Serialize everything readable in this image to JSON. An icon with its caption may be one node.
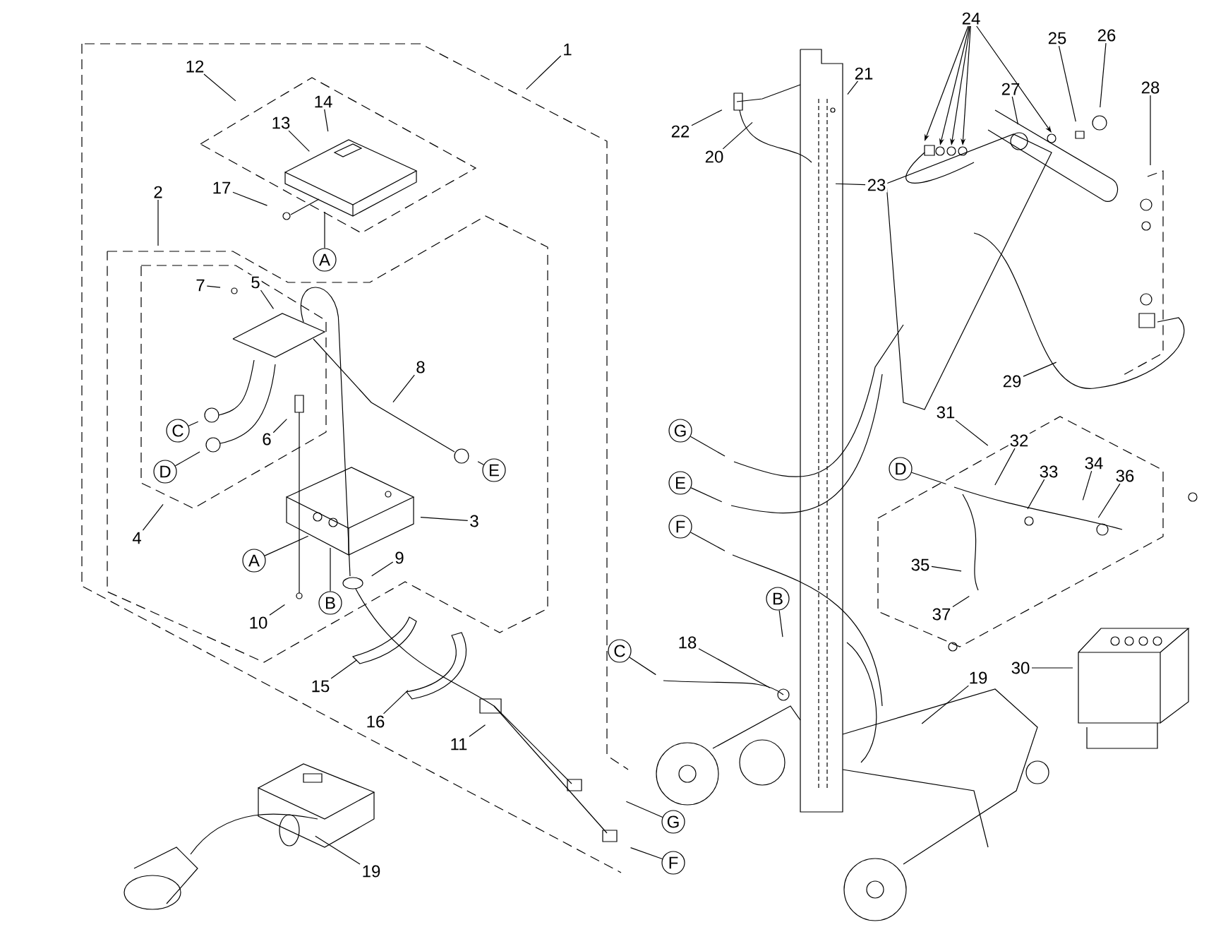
{
  "diagram": {
    "nodes": [
      {
        "text": [
          "1"
        ]
      },
      {
        "text": [
          "12"
        ]
      },
      {
        "text": [
          "14"
        ]
      },
      {
        "text": [
          "13"
        ]
      },
      {
        "text": [
          "17"
        ]
      },
      {
        "text": [
          "A"
        ]
      },
      {
        "text": [
          "2"
        ]
      },
      {
        "text": [
          "7"
        ]
      },
      {
        "text": [
          "5"
        ]
      },
      {
        "text": [
          "8"
        ]
      },
      {
        "text": [
          "C"
        ]
      },
      {
        "text": [
          "6"
        ]
      },
      {
        "text": [
          "D"
        ]
      },
      {
        "text": [
          "E"
        ]
      },
      {
        "text": [
          "4"
        ]
      },
      {
        "text": [
          "3"
        ]
      },
      {
        "text": [
          "A"
        ]
      },
      {
        "text": [
          "9"
        ]
      },
      {
        "text": [
          "B"
        ]
      },
      {
        "text": [
          "10"
        ]
      },
      {
        "text": [
          "15"
        ]
      },
      {
        "text": [
          "16"
        ]
      },
      {
        "text": [
          "11"
        ]
      },
      {
        "text": [
          "G"
        ]
      },
      {
        "text": [
          "F"
        ]
      },
      {
        "text": [
          "19"
        ]
      },
      {
        "text": [
          "22"
        ]
      },
      {
        "text": [
          "20"
        ]
      },
      {
        "text": [
          "21"
        ]
      },
      {
        "text": [
          "23"
        ]
      },
      {
        "text": [
          "24"
        ]
      },
      {
        "text": [
          "25"
        ]
      },
      {
        "text": [
          "26"
        ]
      },
      {
        "text": [
          "27"
        ]
      },
      {
        "text": [
          "28"
        ]
      },
      {
        "text": [
          "29"
        ]
      },
      {
        "text": [
          "G"
        ]
      },
      {
        "text": [
          "E"
        ]
      },
      {
        "text": [
          "F"
        ]
      },
      {
        "text": [
          "31"
        ]
      },
      {
        "text": [
          "D"
        ]
      },
      {
        "text": [
          "32"
        ]
      },
      {
        "text": [
          "33"
        ]
      },
      {
        "text": [
          "34"
        ]
      },
      {
        "text": [
          "36"
        ]
      },
      {
        "text": [
          "35"
        ]
      },
      {
        "text": [
          "37"
        ]
      },
      {
        "text": [
          "B"
        ]
      },
      {
        "text": [
          "C"
        ]
      },
      {
        "text": [
          "18"
        ]
      },
      {
        "text": [
          "19"
        ]
      },
      {
        "text": [
          "30"
        ]
      }
    ],
    "edges": [
      {
        "from": 0,
        "to": null,
        "arrow": "none"
      },
      {
        "from": 1,
        "to": null,
        "arrow": "none"
      },
      {
        "from": 2,
        "to": null,
        "arrow": "none"
      },
      {
        "from": 3,
        "to": null,
        "arrow": "none"
      },
      {
        "from": 4,
        "to": null,
        "arrow": "none"
      },
      {
        "from": 5,
        "to": null,
        "arrow": "none"
      },
      {
        "from": 6,
        "to": null,
        "arrow": "none"
      },
      {
        "from": 7,
        "to": null,
        "arrow": "none"
      },
      {
        "from": 8,
        "to": null,
        "arrow": "none"
      },
      {
        "from": 9,
        "to": null,
        "arrow": "none"
      },
      {
        "from": 10,
        "to": null,
        "arrow": "none"
      },
      {
        "from": 11,
        "to": null,
        "arrow": "none"
      },
      {
        "from": 12,
        "to": null,
        "arrow": "none"
      },
      {
        "from": 13,
        "to": null,
        "arrow": "none"
      },
      {
        "from": 14,
        "to": null,
        "arrow": "none"
      },
      {
        "from": 15,
        "to": null,
        "arrow": "none"
      },
      {
        "from": 16,
        "to": null,
        "arrow": "none"
      },
      {
        "from": 17,
        "to": null,
        "arrow": "none"
      },
      {
        "from": 18,
        "to": null,
        "arrow": "none"
      },
      {
        "from": 19,
        "to": null,
        "arrow": "none"
      },
      {
        "from": 20,
        "to": null,
        "arrow": "none"
      },
      {
        "from": 21,
        "to": null,
        "arrow": "none"
      },
      {
        "from": 22,
        "to": null,
        "arrow": "none"
      },
      {
        "from": 23,
        "to": null,
        "arrow": "none"
      },
      {
        "from": 24,
        "to": null,
        "arrow": "none"
      },
      {
        "from": 25,
        "to": null,
        "arrow": "none"
      },
      {
        "from": 26,
        "to": null,
        "arrow": "none"
      },
      {
        "from": 27,
        "to": null,
        "arrow": "none"
      },
      {
        "from": 28,
        "to": null,
        "arrow": "none"
      },
      {
        "from": 29,
        "to": null,
        "arrow": "none"
      },
      {
        "from": 30,
        "to": null,
        "arrow": "to"
      },
      {
        "from": 30,
        "to": null,
        "arrow": "to"
      },
      {
        "from": 30,
        "to": null,
        "arrow": "to"
      },
      {
        "from": 30,
        "to": null,
        "arrow": "to"
      },
      {
        "from": 30,
        "to": null,
        "arrow": "to"
      },
      {
        "from": 31,
        "to": null,
        "arrow": "none"
      },
      {
        "from": 32,
        "to": null,
        "arrow": "none"
      },
      {
        "from": 33,
        "to": null,
        "arrow": "none"
      },
      {
        "from": 34,
        "to": null,
        "arrow": "none"
      },
      {
        "from": 35,
        "to": null,
        "arrow": "none"
      },
      {
        "from": 36,
        "to": null,
        "arrow": "none"
      },
      {
        "from": 37,
        "to": null,
        "arrow": "none"
      },
      {
        "from": 38,
        "to": null,
        "arrow": "none"
      },
      {
        "from": 39,
        "to": null,
        "arrow": "none"
      },
      {
        "from": 40,
        "to": null,
        "arrow": "none"
      },
      {
        "from": 41,
        "to": null,
        "arrow": "none"
      },
      {
        "from": 42,
        "to": null,
        "arrow": "none"
      },
      {
        "from": 43,
        "to": null,
        "arrow": "none"
      },
      {
        "from": 44,
        "to": null,
        "arrow": "none"
      },
      {
        "from": 45,
        "to": null,
        "arrow": "none"
      },
      {
        "from": 46,
        "to": null,
        "arrow": "none"
      },
      {
        "from": 47,
        "to": null,
        "arrow": "none"
      },
      {
        "from": 48,
        "to": null,
        "arrow": "none"
      },
      {
        "from": 49,
        "to": null,
        "arrow": "none"
      },
      {
        "from": 50,
        "to": null,
        "arrow": "none"
      },
      {
        "from": 51,
        "to": null,
        "arrow": "none"
      }
    ]
  }
}
